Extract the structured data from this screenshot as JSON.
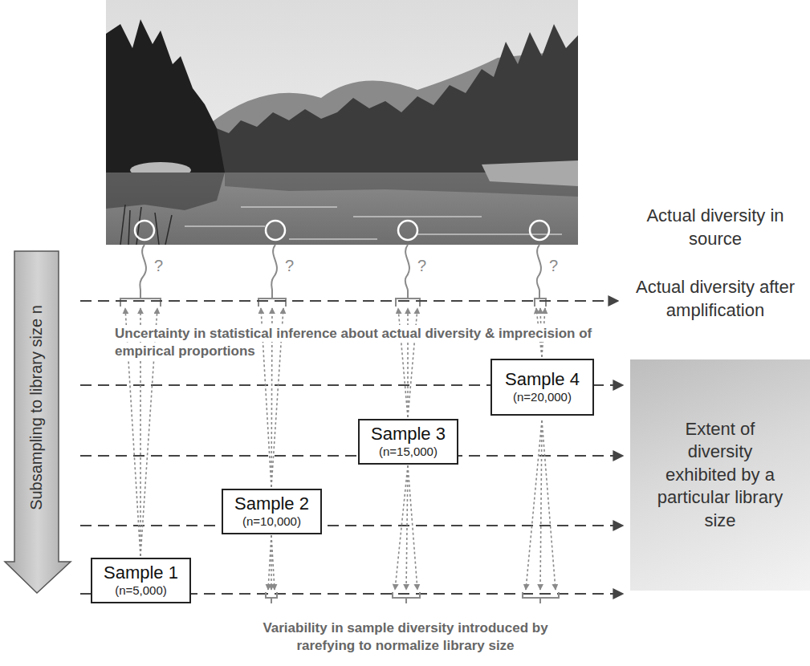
{
  "diagram": {
    "nodes": [
      {
        "text": [
          "Subsampling to library size n"
        ]
      },
      {
        "text": [
          "Sample 1",
          "(n=5,000)"
        ]
      },
      {
        "text": [
          "Sample 2",
          "(n=10,000)"
        ]
      },
      {
        "text": [
          "Sample 3",
          "(n=15,000)"
        ]
      },
      {
        "text": [
          "Sample 4",
          "(n=20,000)"
        ]
      },
      {
        "text": [
          "Extent of diversity exhibited by a particular library size"
        ]
      }
    ],
    "labels": [
      "?",
      "?",
      "?",
      "?",
      "Actual diversity in source",
      "Actual diversity after amplification",
      "Uncertainty in statistical inference about actual diversity & imprecision of empirical proportions",
      "Variability in sample diversity introduced by rarefying to normalize library size"
    ]
  }
}
